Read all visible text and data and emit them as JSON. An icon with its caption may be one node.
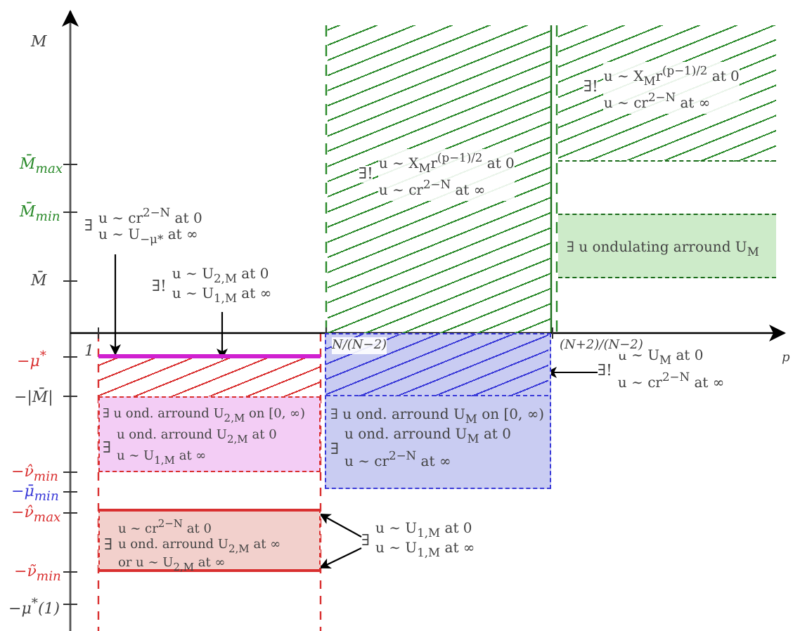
{
  "diagram": {
    "nodes": [
      {
        "text": [
          "∃",
          "u ∼ cr$^{2−N}$ at 0",
          "u ∼ U$_{−μ*}$ at ∞"
        ]
      },
      {
        "text": [],
        "shape": "bar"
      },
      {
        "text": [
          "∃!",
          "u ∼ U$_{2,M}$ at 0",
          "u ∼ U$_{1,M}$ at ∞"
        ]
      },
      {
        "text": [],
        "shape": "box"
      },
      {
        "text": [
          "∃!",
          "u ∼ X$_{M}$r$^{(p−1)/2}$ at 0",
          "u ∼ cr$^{2−N}$ at ∞"
        ]
      },
      {
        "text": [
          "∃!",
          "u ∼ X$_{M}$r$^{(p−1)/2}$ at 0",
          "u ∼ cr$^{2−N}$ at ∞"
        ]
      },
      {
        "text": [
          "∃ u ondulating arround U$_{M}$"
        ]
      },
      {
        "text": [
          "∃ u ond. arround U$_{M}$ on [0, ∞)",
          "∃",
          "u ond. arround U$_{M}$ at 0",
          "u ∼ cr$^{2−N}$ at ∞"
        ]
      },
      {
        "text": [],
        "shape": "box",
        "in": 7
      },
      {
        "text": [
          "∃!",
          "u ∼ U$_{M}$ at 0",
          "u ∼ cr$^{2−N}$ at ∞"
        ]
      },
      {
        "text": [
          "∃ u ond. arround U$_{2,M}$ on [0, ∞)",
          "∃",
          "u ond. arround U$_{2,M}$ at 0",
          "u ∼ U$_{1,M}$ at ∞"
        ]
      },
      {
        "text": [
          "∃",
          "u ∼ cr$^{2−N}$ at 0",
          "u ond. arround U$_{2,M}$ at ∞",
          "or u ∼ U$_{2,M}$ at ∞"
        ]
      },
      {
        "text": [
          "∃",
          "u ∼ U$_{1,M}$ at 0",
          "u ∼ U$_{1,M}$ at ∞"
        ]
      }
    ],
    "edges": [
      {
        "from": 0,
        "to": 1,
        "arrow": "to"
      },
      {
        "from": 2,
        "to": 3,
        "arrow": "to"
      },
      {
        "from": 9,
        "to": 8,
        "arrow": "to"
      },
      {
        "from": 12,
        "to": 11,
        "arrow": "to"
      },
      {
        "from": 12,
        "to": 11,
        "arrow": "to"
      }
    ],
    "labels": [
      "M",
      "M̄$_{max}$",
      "M̄$_{min}$",
      "M̄",
      "−μ$^{*}$",
      "1",
      "−|M̄|",
      "−ν̂$_{min}$",
      "−μ̄$_{min}$",
      "−ν̂$_{max}$",
      "−ν̃$_{min}$",
      "−μ$^{*}$(1)",
      "N/(N−2)",
      "(N+2)/(N−2)",
      "p"
    ]
  }
}
